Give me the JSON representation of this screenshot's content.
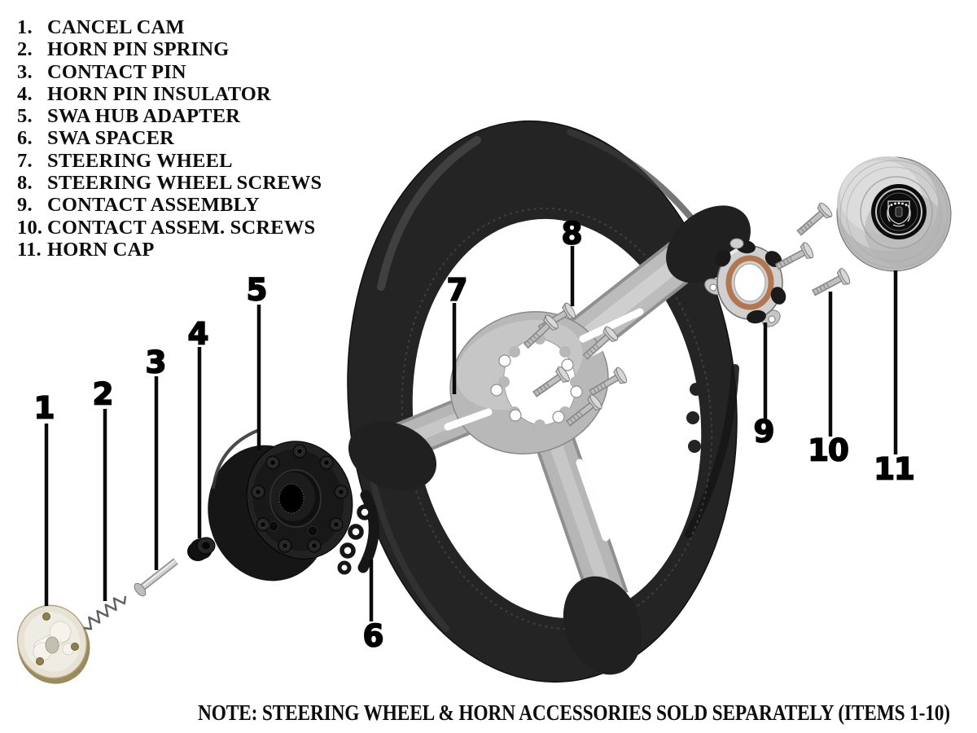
{
  "note": "NOTE: STEERING WHEEL & HORN ACCESSORIES SOLD SEPARATELY (ITEMS 1-10)",
  "parts_list": [
    {
      "num": "1.",
      "label": "CANCEL CAM"
    },
    {
      "num": "2.",
      "label": "HORN PIN SPRING"
    },
    {
      "num": "3.",
      "label": "CONTACT PIN"
    },
    {
      "num": "4.",
      "label": "HORN PIN INSULATOR"
    },
    {
      "num": "5.",
      "label": "SWA HUB ADAPTER"
    },
    {
      "num": "6.",
      "label": "SWA SPACER"
    },
    {
      "num": "7.",
      "label": "STEERING WHEEL"
    },
    {
      "num": "8.",
      "label": "STEERING WHEEL SCREWS"
    },
    {
      "num": "9.",
      "label": "CONTACT ASSEMBLY"
    },
    {
      "num": "10.",
      "label": "CONTACT ASSEM. SCREWS"
    },
    {
      "num": "11.",
      "label": "HORN CAP"
    }
  ],
  "callouts": [
    {
      "n": "1",
      "label": "CANCEL CAM"
    },
    {
      "n": "2",
      "label": "HORN PIN SPRING"
    },
    {
      "n": "3",
      "label": "CONTACT PIN"
    },
    {
      "n": "4",
      "label": "HORN PIN INSULATOR"
    },
    {
      "n": "5",
      "label": "SWA HUB ADAPTER"
    },
    {
      "n": "6",
      "label": "SWA SPACER"
    },
    {
      "n": "7",
      "label": "STEERING WHEEL"
    },
    {
      "n": "8",
      "label": "STEERING WHEEL SCREWS"
    },
    {
      "n": "9",
      "label": "CONTACT ASSEMBLY"
    },
    {
      "n": "10",
      "label": "CONTACT ASSEM. SCREWS"
    },
    {
      "n": "11",
      "label": "HORN CAP"
    }
  ],
  "colors": {
    "background": "#ffffff",
    "text": "#0d0d0d",
    "leader_line": "#0a0a0a",
    "wheel_leather": "#242424",
    "spoke_silver": "#bcbcbc",
    "screw_silver": "#c0c0c0",
    "cam_cream": "#e7e2d4",
    "cam_brass": "#90804f",
    "contact_copper": "#b0714a",
    "chrome": "#d0d0d0",
    "horn_cap_aluminum": "#c9c9c9"
  }
}
